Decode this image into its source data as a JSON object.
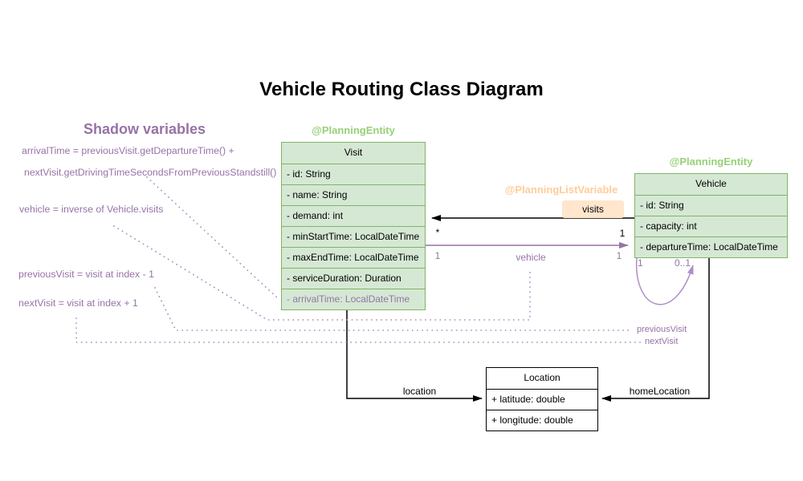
{
  "title": "Vehicle Routing Class Diagram",
  "colors": {
    "class_green_fill": "#d5e8d4",
    "class_green_border": "#82b366",
    "entity_annotation_green": "#97d077",
    "list_variable_orange": "#ffcc99",
    "visits_chip_fill": "#ffe6cc",
    "shadow_purple": "#9673a6"
  },
  "shadow_panel": {
    "heading": "Shadow variables",
    "formulas": [
      "arrivalTime = previousVisit.getDepartureTime() +",
      "nextVisit.getDrivingTimeSecondsFromPreviousStandstill()",
      "vehicle = inverse of Vehicle.visits",
      "previousVisit = visit at index - 1",
      "nextVisit = visit at index + 1"
    ]
  },
  "visit_class": {
    "annotation": "@PlanningEntity",
    "name": "Visit",
    "fields": [
      "- id: String",
      "- name: String",
      "- demand: int",
      "- minStartTime: LocalDateTime",
      "- maxEndTime: LocalDateTime",
      "- serviceDuration: Duration"
    ],
    "shadow_field": "- arrivalTime: LocalDateTime"
  },
  "vehicle_class": {
    "annotation": "@PlanningEntity",
    "name": "Vehicle",
    "fields": [
      "- id: String",
      "- capacity: int",
      "- departureTime: LocalDateTime"
    ]
  },
  "location_class": {
    "name": "Location",
    "fields": [
      "+ latitude: double",
      "+ longitude: double"
    ]
  },
  "edges": {
    "visits": {
      "annotation": "@PlanningListVariable",
      "label": "visits",
      "vehicle_mult": "1",
      "visit_mult": "*"
    },
    "vehicle_ref": {
      "label": "vehicle",
      "visit_mult": "1",
      "vehicle_mult": "1"
    },
    "chain_loop": {
      "source_mult": "1",
      "target_mult": "0..1",
      "previous_label": "previousVisit",
      "next_label": "nextVisit"
    },
    "location_ref": {
      "label": "location"
    },
    "home_location_ref": {
      "label": "homeLocation"
    }
  }
}
